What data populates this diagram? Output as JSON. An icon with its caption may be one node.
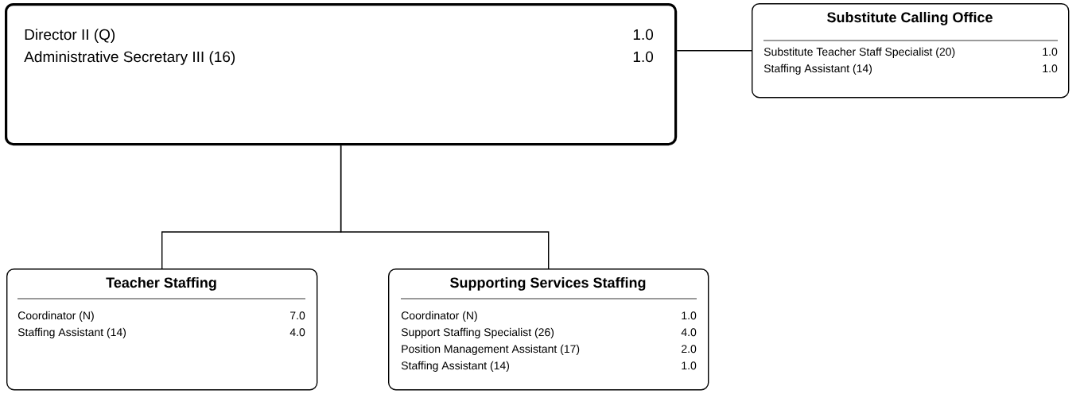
{
  "diagram": {
    "nodes": [
      {
        "text": [
          "Director II (Q)",
          "1.0",
          "Administrative Secretary III (16)",
          "1.0"
        ]
      },
      {
        "text": [
          "Substitute Calling Office",
          "Substitute Teacher Staff Specialist (20)",
          "1.0",
          "Staffing Assistant (14)",
          "1.0"
        ]
      },
      {
        "text": [
          "Teacher Staffing",
          "Coordinator (N)",
          "7.0",
          "Staffing Assistant (14)",
          "4.0"
        ]
      },
      {
        "text": [
          "Supporting Services Staffing",
          "Coordinator (N)",
          "1.0",
          "Support Staffing Specialist (26)",
          "4.0",
          "Position Management Assistant (17)",
          "2.0",
          "Staffing Assistant (14)",
          "1.0"
        ]
      }
    ],
    "edges": [
      {
        "from": 0,
        "to": 1,
        "arrow": "none"
      },
      {
        "from": 0,
        "to": 2,
        "arrow": "none"
      },
      {
        "from": 0,
        "to": 3,
        "arrow": "none"
      }
    ]
  }
}
